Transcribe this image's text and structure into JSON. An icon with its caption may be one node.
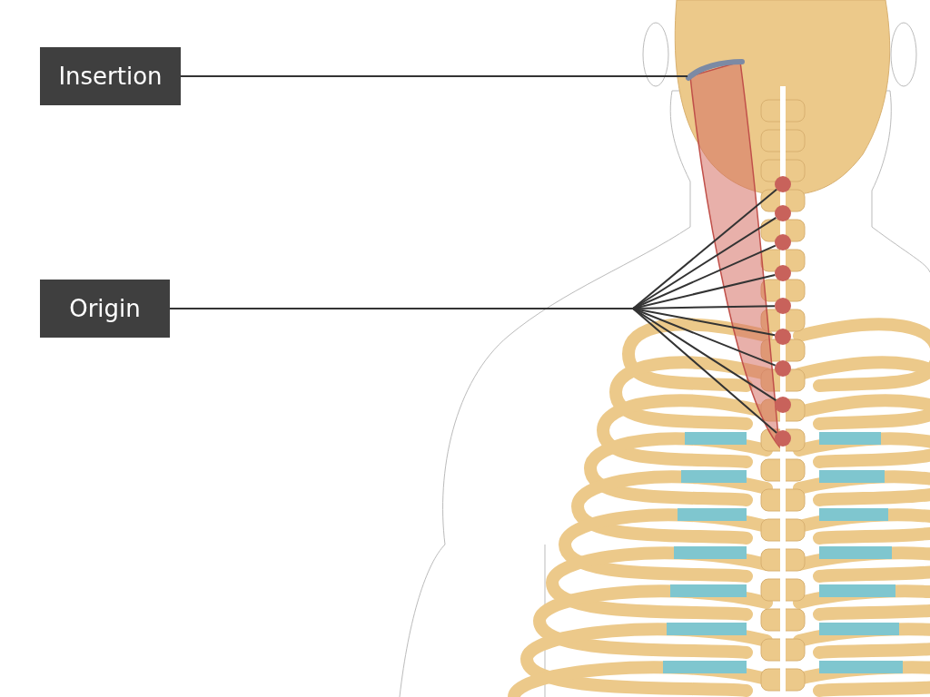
{
  "diagram": {
    "nodes": [
      {
        "text": [
          "Insertion"
        ]
      },
      {
        "text": [],
        "shape": "bar"
      },
      {
        "text": [
          "Origin"
        ]
      },
      {
        "text": [],
        "shape": "circle"
      },
      {
        "text": [],
        "shape": "circle"
      },
      {
        "text": [],
        "shape": "circle"
      },
      {
        "text": [],
        "shape": "circle"
      },
      {
        "text": [],
        "shape": "circle"
      },
      {
        "text": [],
        "shape": "circle"
      },
      {
        "text": [],
        "shape": "circle"
      },
      {
        "text": [],
        "shape": "circle"
      },
      {
        "text": [],
        "shape": "circle"
      }
    ],
    "edges": [
      {
        "from": 0,
        "to": 1,
        "arrow": "none"
      },
      {
        "from": 2,
        "to": 3,
        "arrow": "none"
      },
      {
        "from": 2,
        "to": 4,
        "arrow": "none"
      },
      {
        "from": 2,
        "to": 5,
        "arrow": "none"
      },
      {
        "from": 2,
        "to": 6,
        "arrow": "none"
      },
      {
        "from": 2,
        "to": 7,
        "arrow": "none"
      },
      {
        "from": 2,
        "to": 8,
        "arrow": "none"
      },
      {
        "from": 2,
        "to": 9,
        "arrow": "none"
      },
      {
        "from": 2,
        "to": 10,
        "arrow": "none"
      },
      {
        "from": 2,
        "to": 11,
        "arrow": "none"
      }
    ]
  }
}
